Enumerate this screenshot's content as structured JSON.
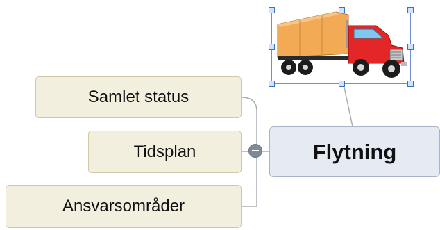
{
  "map": {
    "central_topic": "Flytning",
    "subtopics": [
      "Samlet status",
      "Tidsplan",
      "Ansvarsområder"
    ]
  },
  "icons": {
    "collapse_toggle": "minus-circle-icon",
    "image": "truck-image"
  },
  "colors": {
    "central_fill": "#e6ebf3",
    "subtopic_fill": "#f3efdf",
    "connector": "#9aa3ad",
    "truck_body": "#e02020",
    "trailer": "#f0a848"
  }
}
